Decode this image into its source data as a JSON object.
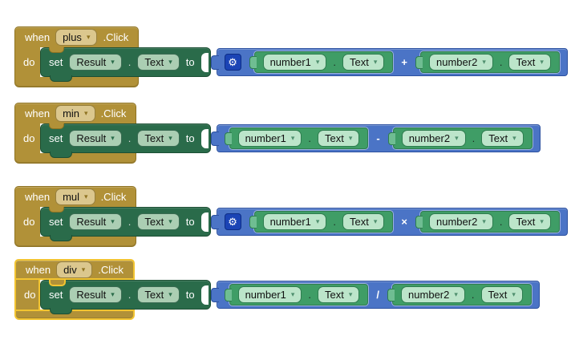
{
  "labels": {
    "when": "when",
    "do": "do",
    "set": "set",
    "to": "to",
    "dot": ".",
    "event_suffix": ".Click",
    "gear_icon": "⚙",
    "dropdown_arrow": "▾"
  },
  "colors": {
    "event_block_gold": "#b19138",
    "setter_block_green": "#2a6b4a",
    "getter_block_green": "#3f9d66",
    "math_block_blue": "#4b74c6",
    "mutator_tile_blue": "#1b44b5",
    "selected_highlight_yellow": "#f2c431",
    "gold_field_bg": "#dbc78e",
    "setter_field_bg": "#abceb3",
    "getter_field_bg": "#bce5ca"
  },
  "blocks": [
    {
      "component": "plus",
      "event_suffix": ".Click",
      "selected": false,
      "has_mutator": true,
      "operator": "+",
      "setter": {
        "component": "Result",
        "property": "Text"
      },
      "operands": [
        {
          "component": "number1",
          "property": "Text"
        },
        {
          "component": "number2",
          "property": "Text"
        }
      ]
    },
    {
      "component": "min",
      "event_suffix": ".Click",
      "selected": false,
      "has_mutator": false,
      "operator": "-",
      "setter": {
        "component": "Result",
        "property": "Text"
      },
      "operands": [
        {
          "component": "number1",
          "property": "Text"
        },
        {
          "component": "number2",
          "property": "Text"
        }
      ]
    },
    {
      "component": "mul",
      "event_suffix": ".Click",
      "selected": false,
      "has_mutator": true,
      "operator": "×",
      "setter": {
        "component": "Result",
        "property": "Text"
      },
      "operands": [
        {
          "component": "number1",
          "property": "Text"
        },
        {
          "component": "number2",
          "property": "Text"
        }
      ]
    },
    {
      "component": "div",
      "event_suffix": ".Click",
      "selected": true,
      "has_mutator": false,
      "operator": "/",
      "setter": {
        "component": "Result",
        "property": "Text"
      },
      "operands": [
        {
          "component": "number1",
          "property": "Text"
        },
        {
          "component": "number2",
          "property": "Text"
        }
      ]
    }
  ]
}
